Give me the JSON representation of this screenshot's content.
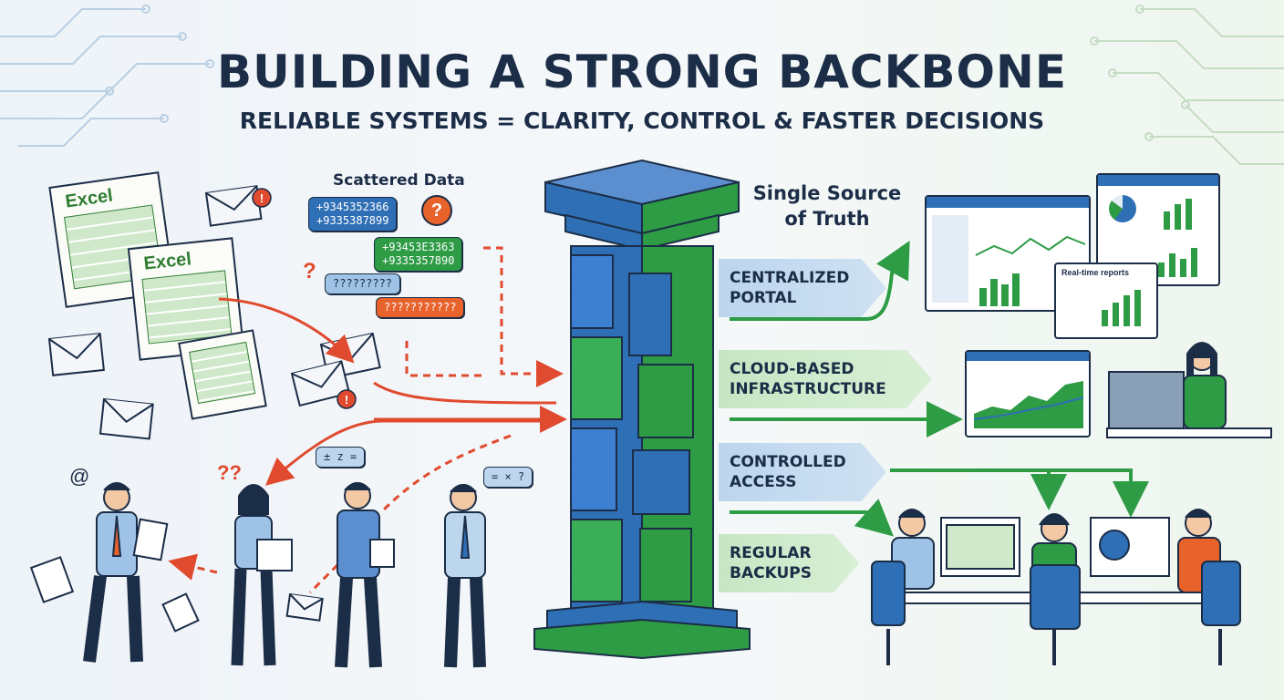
{
  "header": {
    "title": "BUILDING A STRONG BACKBONE",
    "subtitle": "RELIABLE SYSTEMS = CLARITY, CONTROL & FASTER DECISIONS"
  },
  "left": {
    "scattered_label": "Scattered Data",
    "excel_1": "Excel",
    "excel_2": "Excel",
    "bubbles": [
      "+9345352366\n+9335387899",
      "+93453E3363\n+9335357890",
      "?????????",
      "???????????"
    ],
    "bubble_colors": [
      "#2f6fb5",
      "#2e9b45",
      "#9fc3e6",
      "#e8622c"
    ],
    "q_mark": "?",
    "confused_marks": "??",
    "chat_1": "± z =",
    "chat_2": "= × ?"
  },
  "center": {
    "truth_label": "Single Source of Truth",
    "features": [
      "CENTRALIZED PORTAL",
      "CLOUD-BASED INFRASTRUCTURE",
      "CONTROLLED ACCESS",
      "REGULAR BACKUPS"
    ],
    "feature_colors": [
      "#bcd6ee",
      "#c7e6c4",
      "#bcd6ee",
      "#c7e6c4"
    ]
  },
  "right": {
    "report_label": "Real-time reports"
  },
  "colors": {
    "navy": "#1b2d47",
    "blue": "#2f6fb5",
    "green": "#2e9b45",
    "red": "#e04a2e"
  }
}
